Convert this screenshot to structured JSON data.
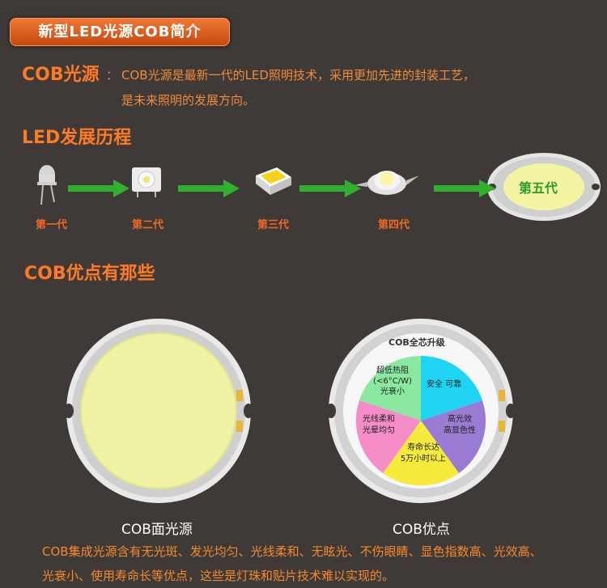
{
  "header": {
    "title": "新型LED光源COB简介"
  },
  "cob_intro": {
    "label": "COB光源",
    "colon": "：",
    "line1": "COB光源是最新一代的LED照明技术，采用更加先进的封装工艺，",
    "line2": "是未来照明的发展方向。"
  },
  "history": {
    "title": "LED发展历程",
    "generations": [
      "第一代",
      "第二代",
      "第三代",
      "第四代",
      "第五代"
    ]
  },
  "advantages": {
    "title": "COB优点有那些",
    "left_caption": "COB面光源",
    "right_caption": "COB优点",
    "ring_title": "COB全芯升级",
    "segments": {
      "top_left_1": "超低热阻",
      "top_left_2": "(<6°C/W)",
      "top_left_3": "光衰小",
      "top_right": "安全 可靠",
      "right_1": "高光效",
      "right_2": "高显色性",
      "bottom_1": "寿命长达",
      "bottom_2": "5万小时以上",
      "left_1": "光线柔和",
      "left_2": "光晕均匀"
    }
  },
  "footer": {
    "line1": "COB集成光源含有无光斑、发光均匀、光线柔和、无眩光、不伤眼睛、显色指数高、光效高、",
    "line2": "光衰小、使用寿命长等优点，这些是灯珠和贴片技术难以实现的。"
  },
  "colors": {
    "background": "#3f3a37",
    "accent_orange": "#ff7a22",
    "arrow_green": "#2fb12f",
    "chip_yellow": "#f1f4a0",
    "seg_cyan": "#1fd4f2",
    "seg_purple": "#9a7bd3",
    "seg_yellow": "#f7ea3c",
    "seg_pink": "#f58cc8",
    "seg_green": "#8ae8a0"
  }
}
